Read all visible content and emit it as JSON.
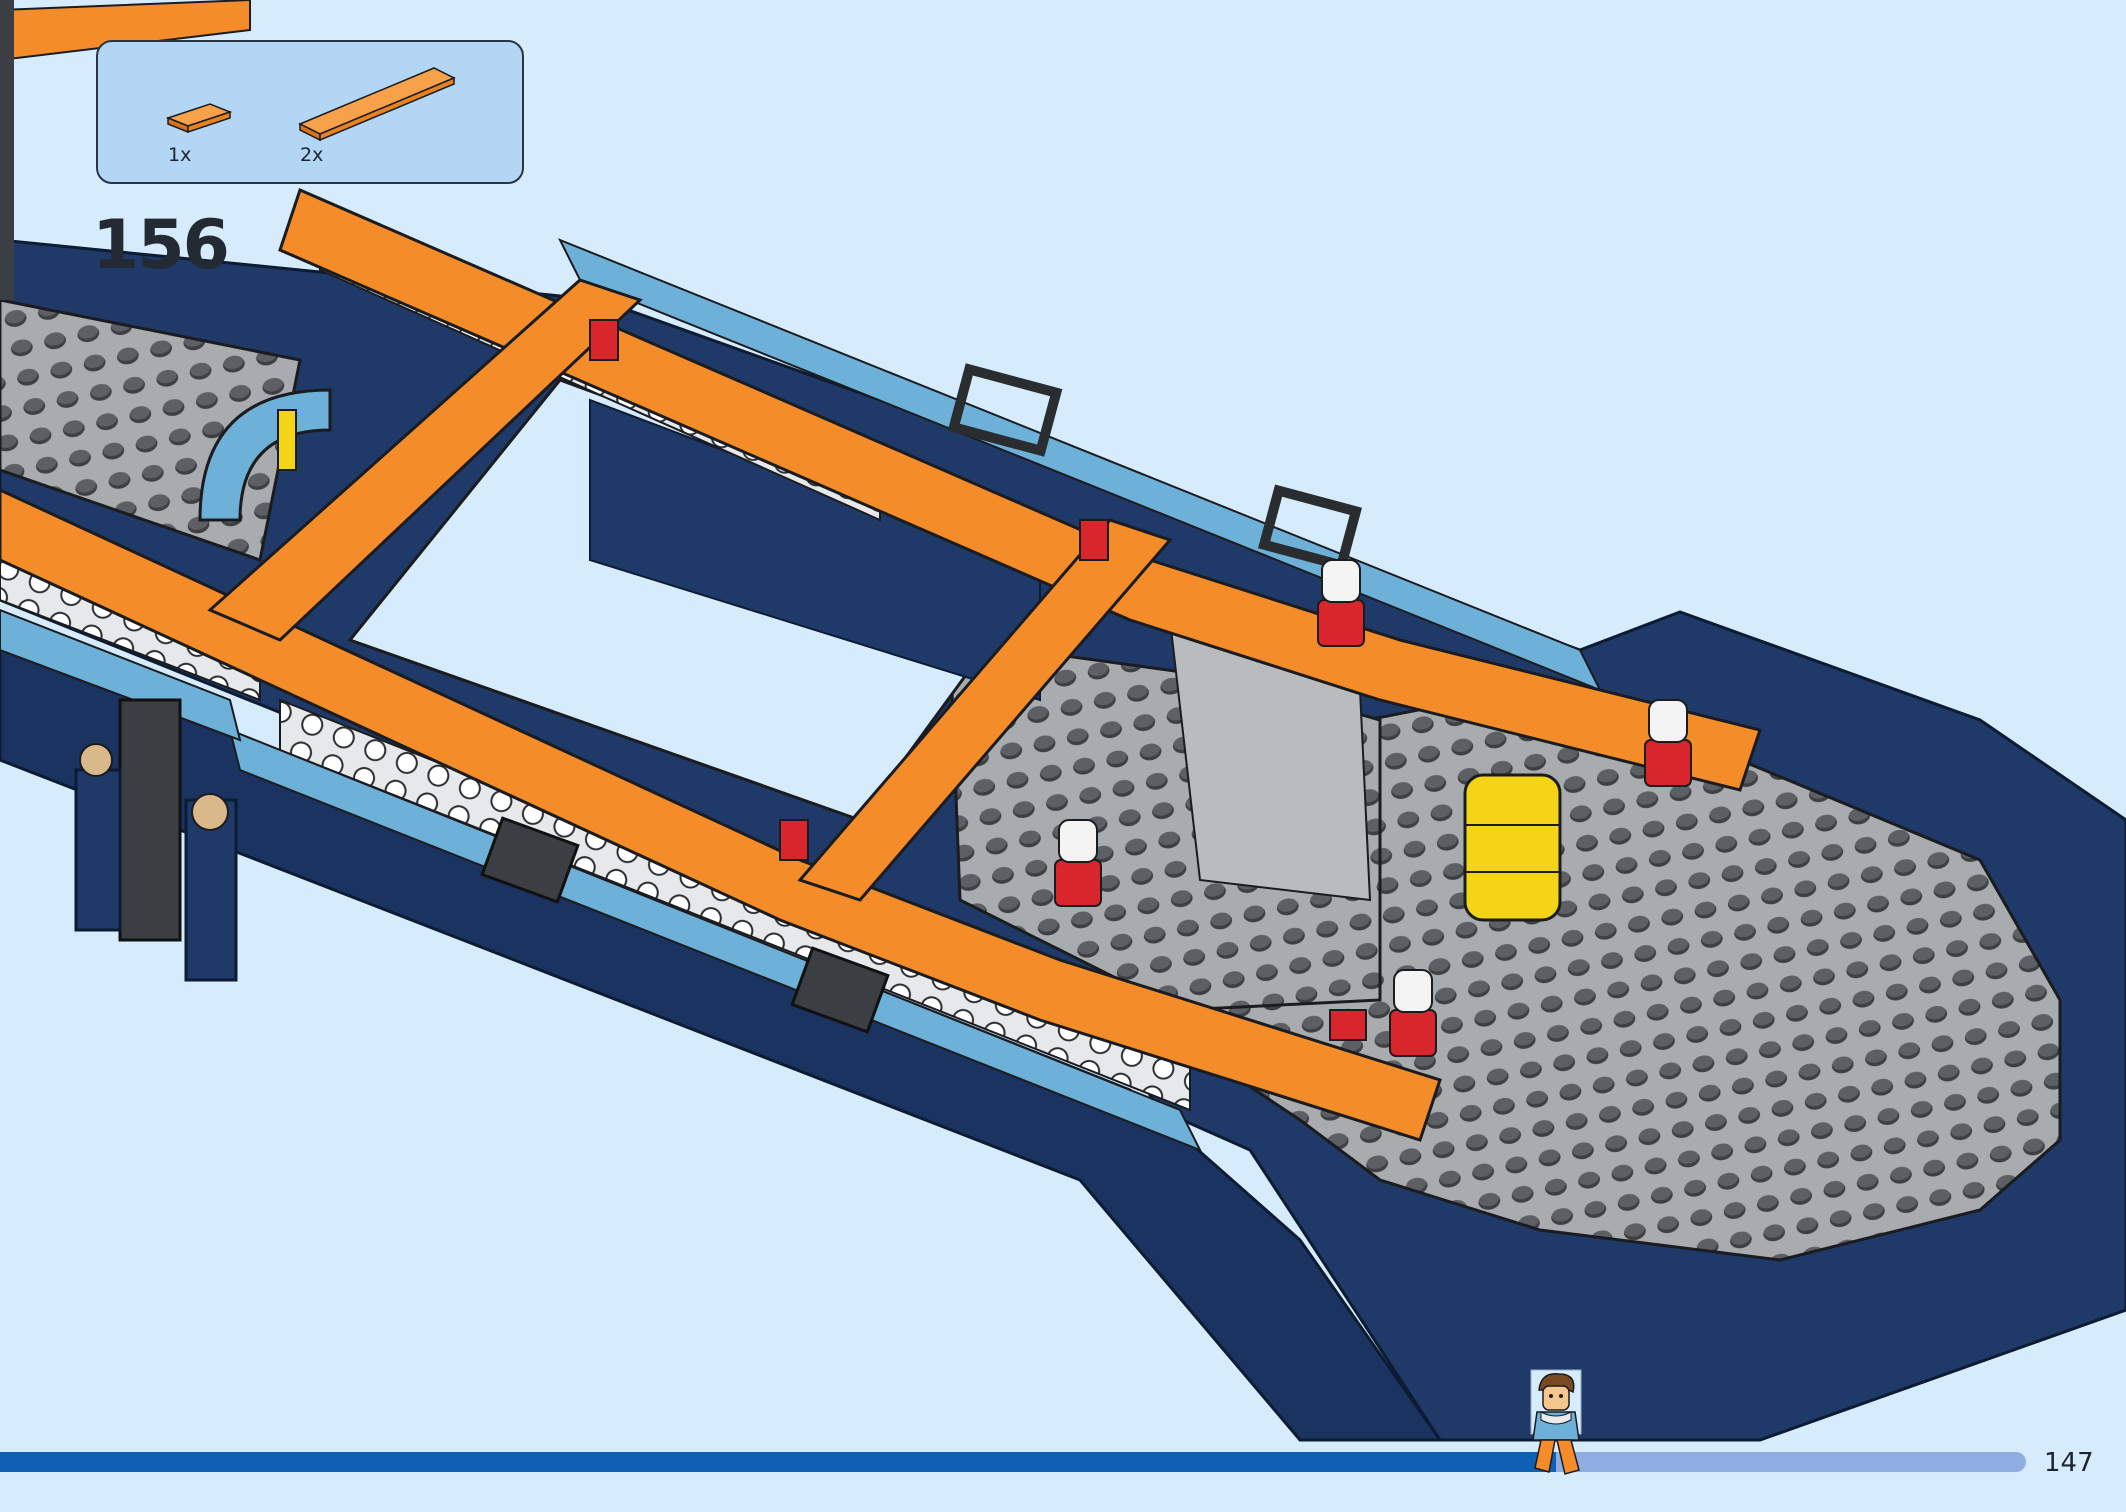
{
  "instruction": {
    "step_number": "156",
    "parts": [
      {
        "quantity": "1x",
        "name": "orange-tile-1x2",
        "color": "#f48c2a"
      },
      {
        "quantity": "2x",
        "name": "orange-tile-1x6",
        "color": "#f48c2a"
      }
    ]
  },
  "page": {
    "number": "147",
    "progress": 0.768
  },
  "colors": {
    "background": "#d6ecfd",
    "hull_navy": "#1f3a68",
    "deck_orange": "#f48c2a",
    "trim_light_blue": "#6db0d8",
    "deck_gray": "#8a8d91",
    "progress_fill": "#0f5fb4",
    "progress_track": "#8eaee2"
  }
}
